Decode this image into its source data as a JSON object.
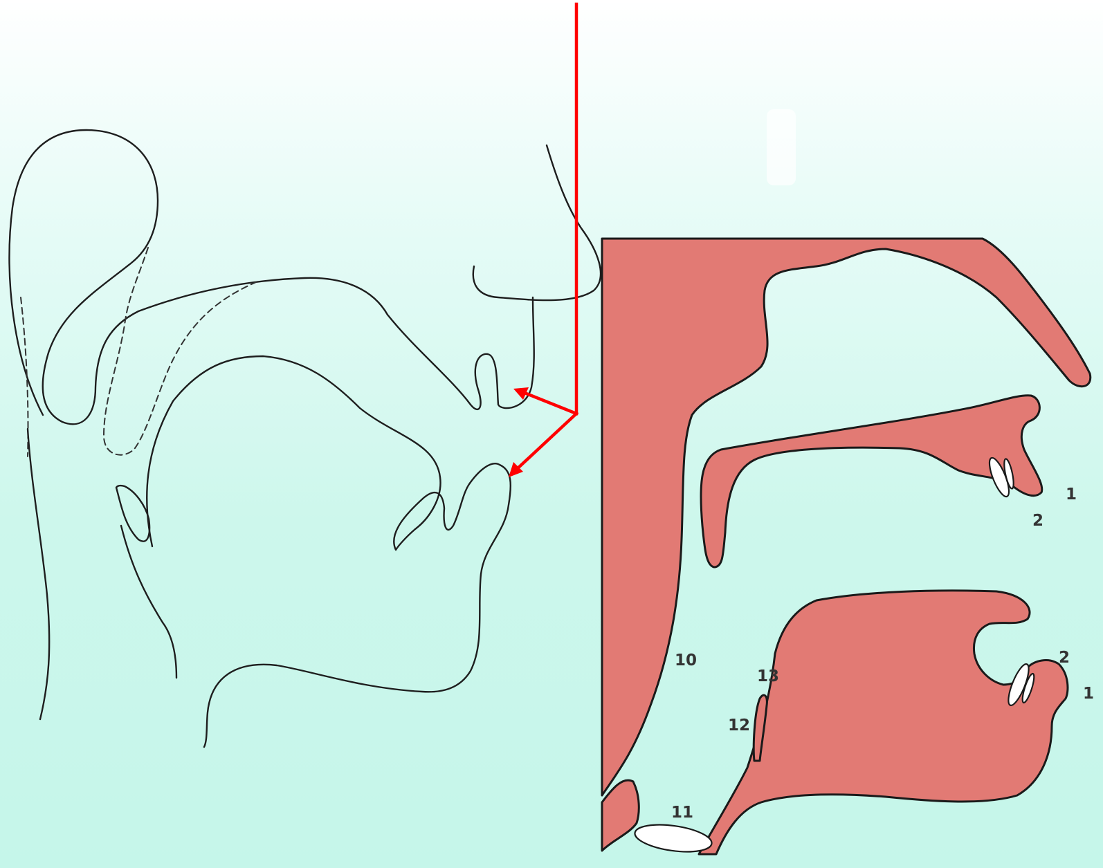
{
  "colors": {
    "pointer": "#ff0000",
    "tissue": "#e27a74",
    "background_top": "#ffffff",
    "background_bottom": "#c5f6ea"
  },
  "left_figure": {
    "description_visible": false
  },
  "right_figure": {
    "labels": {
      "upper_lip": "1",
      "upper_teeth": "2",
      "lower_teeth": "2",
      "lower_lip": "1",
      "pharynx_wall": "10",
      "glottis": "11",
      "epiglottis_root": "12",
      "epiglottis_top": "13"
    }
  }
}
